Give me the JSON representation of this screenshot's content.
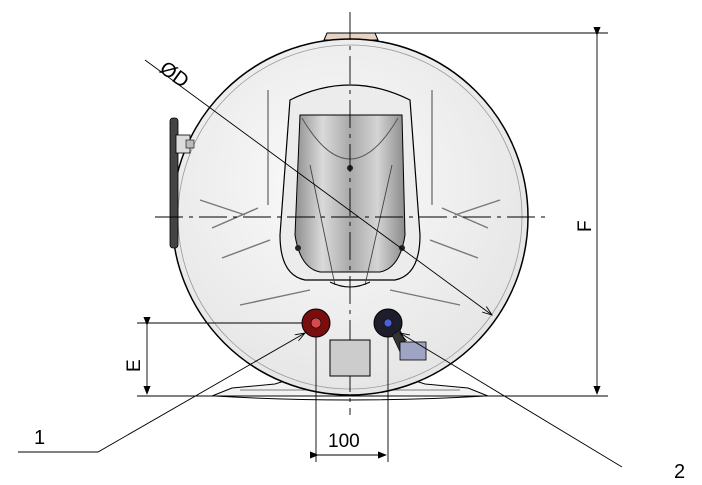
{
  "diagram": {
    "dimension_labels": {
      "diameter": "ØD",
      "height": "F",
      "connection_height": "E",
      "connection_spacing": "100"
    },
    "callouts": [
      {
        "id": "1",
        "label": "1"
      },
      {
        "id": "2",
        "label": "2"
      }
    ]
  },
  "colors": {
    "line": "#000000",
    "tank_fill": "#f4f4f4",
    "window_fill": "#c9c9c9",
    "port_red": "#7a0d0d",
    "port_dark": "#1d1d2b"
  }
}
